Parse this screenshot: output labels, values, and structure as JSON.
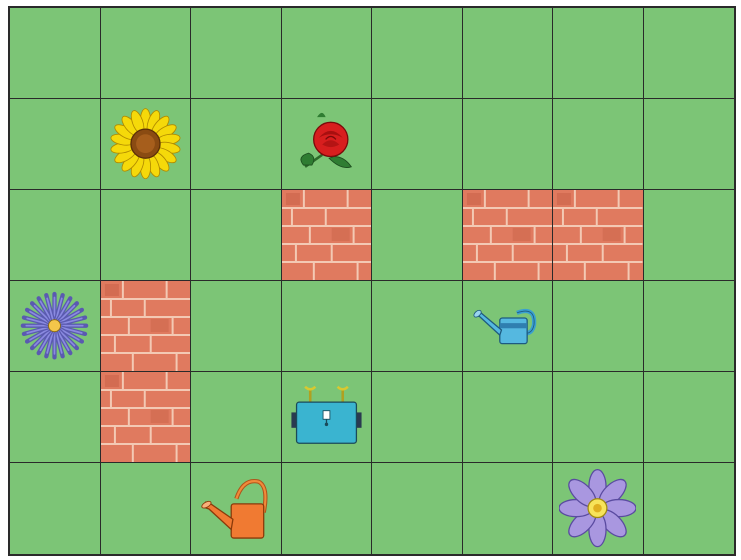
{
  "board": {
    "columns": 8,
    "rows": 6,
    "colors": {
      "grass": "#7cc576",
      "grid_line": "#2a2a2a",
      "brick": "#e07a5f",
      "mortar": "#f3c9b4"
    },
    "cells": [
      {
        "row": 1,
        "col": 1,
        "item": "sunflower-icon"
      },
      {
        "row": 1,
        "col": 3,
        "item": "rose-icon"
      },
      {
        "row": 2,
        "col": 3,
        "item": "brick-wall"
      },
      {
        "row": 2,
        "col": 5,
        "item": "brick-wall"
      },
      {
        "row": 2,
        "col": 6,
        "item": "brick-wall"
      },
      {
        "row": 3,
        "col": 0,
        "item": "aster-icon"
      },
      {
        "row": 3,
        "col": 1,
        "item": "brick-wall"
      },
      {
        "row": 3,
        "col": 5,
        "item": "blue-watering-can-icon"
      },
      {
        "row": 4,
        "col": 1,
        "item": "brick-wall"
      },
      {
        "row": 4,
        "col": 3,
        "item": "robot-icon"
      },
      {
        "row": 5,
        "col": 2,
        "item": "orange-watering-can-icon"
      },
      {
        "row": 5,
        "col": 6,
        "item": "purple-flower-icon"
      }
    ]
  }
}
